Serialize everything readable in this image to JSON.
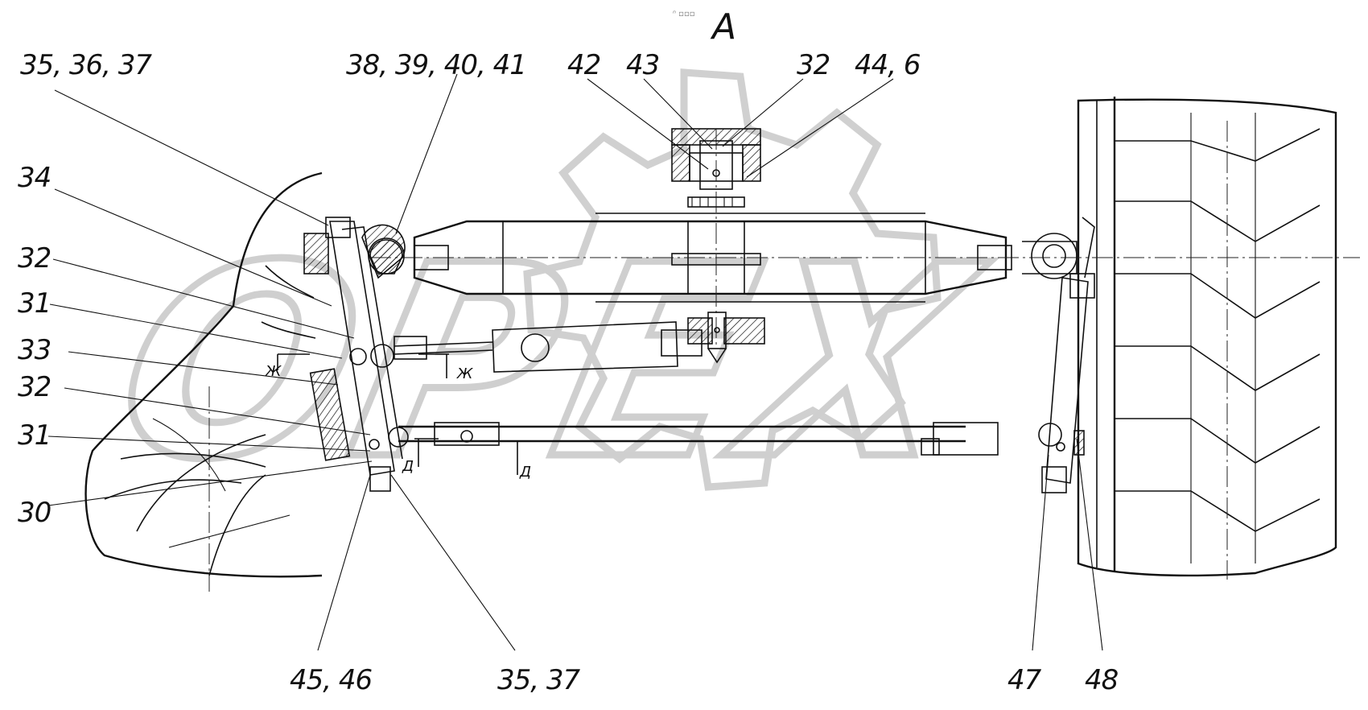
{
  "view_title": "А",
  "watermark_text": "OPEX",
  "callouts": [
    {
      "id": "c1",
      "text": "35, 36, 37"
    },
    {
      "id": "c2",
      "text": "34"
    },
    {
      "id": "c3",
      "text": "32"
    },
    {
      "id": "c4",
      "text": "31"
    },
    {
      "id": "c5",
      "text": "33"
    },
    {
      "id": "c6",
      "text": "32"
    },
    {
      "id": "c7",
      "text": "31"
    },
    {
      "id": "c8",
      "text": "30"
    },
    {
      "id": "c9",
      "text": "38, 39, 40, 41"
    },
    {
      "id": "c10",
      "text": "42"
    },
    {
      "id": "c11",
      "text": "43"
    },
    {
      "id": "c12",
      "text": "32"
    },
    {
      "id": "c13",
      "text": "44, 6"
    },
    {
      "id": "c14",
      "text": "45, 46"
    },
    {
      "id": "c15",
      "text": "35, 37"
    },
    {
      "id": "c16",
      "text": "47"
    },
    {
      "id": "c17",
      "text": "48"
    }
  ],
  "section_marks": [
    {
      "id": "s1",
      "text": "Ж"
    },
    {
      "id": "s2",
      "text": "Ж"
    },
    {
      "id": "s3",
      "text": "Д"
    },
    {
      "id": "s4",
      "text": "Д"
    }
  ],
  "colors": {
    "line": "#111111",
    "watermark": "#cfcfcf",
    "background": "#ffffff"
  }
}
